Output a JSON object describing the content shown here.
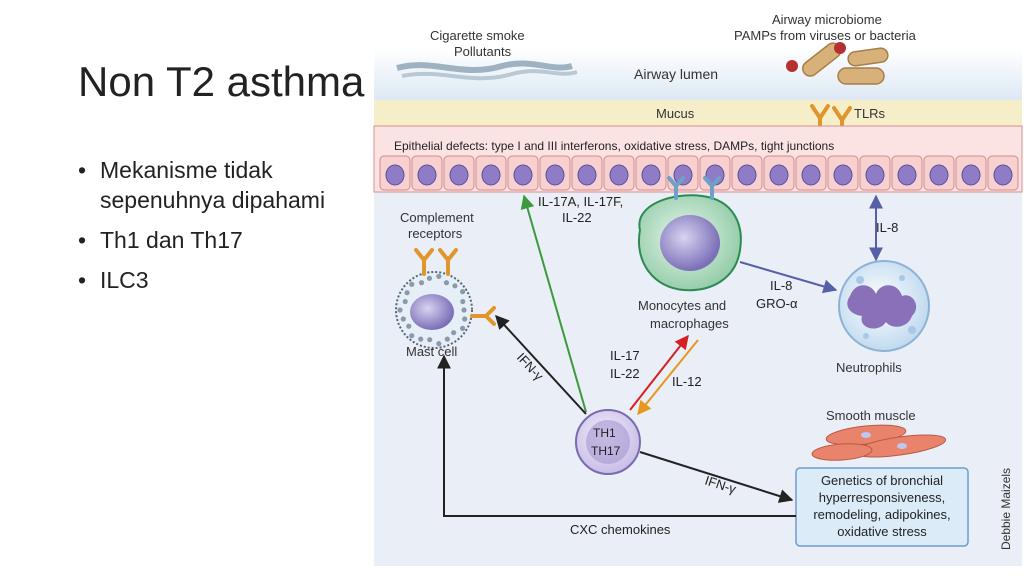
{
  "slide": {
    "title": "Non T2 asthma",
    "bullets": [
      "Mekanisme tidak sepenuhnya dipahami",
      "Th1 dan Th17",
      "ILC3"
    ]
  },
  "diagram": {
    "cigarette_line1": "Cigarette smoke",
    "cigarette_line2": "Pollutants",
    "microbiome_line1": "Airway microbiome",
    "microbiome_line2": "PAMPs from viruses or bacteria",
    "airway_lumen": "Airway lumen",
    "mucus": "Mucus",
    "tlrs": "TLRs",
    "epithelial": "Epithelial defects: type I and III interferons, oxidative stress, DAMPs, tight junctions",
    "complement_line1": "Complement",
    "complement_line2": "receptors",
    "mast_cell": "Mast cell",
    "il17a_line1": "IL-17A, IL-17F,",
    "il17a_line2": "IL-22",
    "monocytes_line1": "Monocytes and",
    "monocytes_line2": "macrophages",
    "il8_top": "IL-8",
    "il8_mid": "IL-8",
    "gro": "GRO-α",
    "neutrophils": "Neutrophils",
    "il17": "IL-17",
    "il22": "IL-22",
    "il12": "IL-12",
    "ifn_left": "IFN-γ",
    "ifn_right": "IFN-γ",
    "th1": "TH1",
    "th17": "TH17",
    "smooth_muscle": "Smooth muscle",
    "genetics_line1": "Genetics of bronchial",
    "genetics_line2": "hyperresponsiveness,",
    "genetics_line3": "remodeling, adipokines,",
    "genetics_line4": "oxidative stress",
    "cxc": "CXC chemokines",
    "credit": "Debbie Maizels"
  }
}
